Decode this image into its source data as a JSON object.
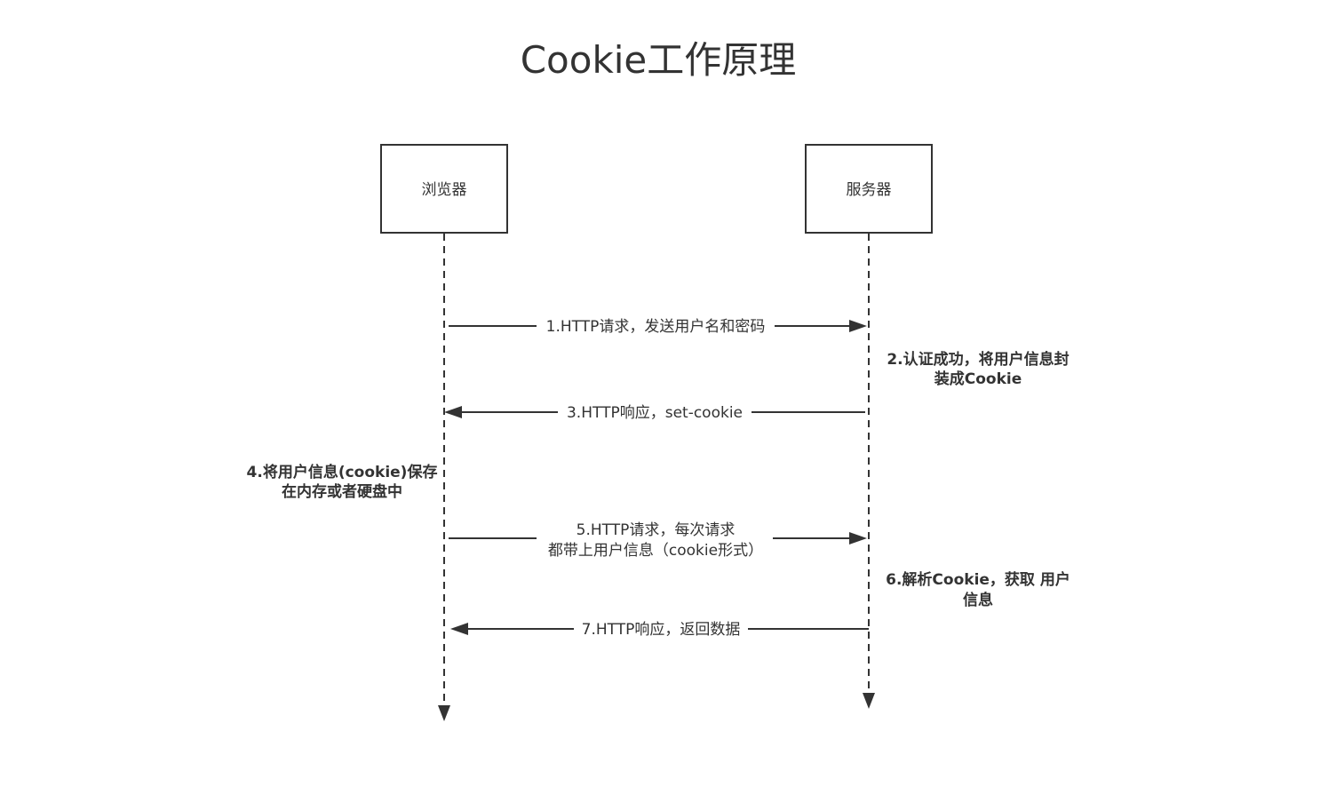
{
  "diagram": {
    "title": "Cookie工作原理",
    "actors": {
      "browser": "浏览器",
      "server": "服务器"
    },
    "messages": {
      "m1": "1.HTTP请求，发送用户名和密码",
      "m3": "3.HTTP响应，set-cookie",
      "m5_line1": "5.HTTP请求，每次请求",
      "m5_line2": "都带上用户信息（cookie形式）",
      "m7": "7.HTTP响应，返回数据"
    },
    "notes": {
      "n2_line1": "2.认证成功，将用户信息封",
      "n2_line2": "装成Cookie",
      "n4_line1": "4.将用户信息(cookie)保存",
      "n4_line2": "在内存或者硬盘中",
      "n6_line1": "6.解析Cookie，获取 用户",
      "n6_line2": "信息"
    },
    "colors": {
      "line": "#333333",
      "text": "#333333",
      "background": "#ffffff"
    }
  }
}
